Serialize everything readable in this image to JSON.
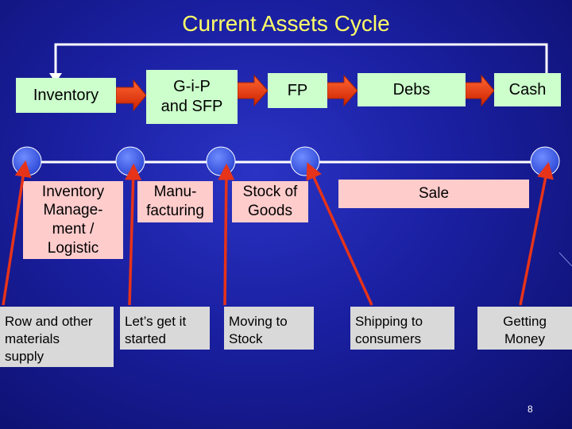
{
  "title": "Current Assets Cycle",
  "stages": [
    {
      "label": "Inventory"
    },
    {
      "label": "G-i-P\nand SFP"
    },
    {
      "label": "FP"
    },
    {
      "label": "Debs"
    },
    {
      "label": "Cash"
    }
  ],
  "processes": [
    {
      "label": "Inventory\nManage-\nment /\nLogistic"
    },
    {
      "label": "Manu-\nfacturing"
    },
    {
      "label": "Stock of\nGoods"
    },
    {
      "label": "Sale"
    }
  ],
  "steps": [
    {
      "label": "Row and other\nmaterials\nsupply"
    },
    {
      "label": "Let’s get it\nstarted"
    },
    {
      "label": "Moving to\nStock"
    },
    {
      "label": "Shipping to\nconsumers"
    },
    {
      "label": "Getting\nMoney"
    }
  ],
  "page_number": "8",
  "colors": {
    "title": "#ffff66",
    "stage_box": "#ccffcc",
    "process_box": "#ffcccc",
    "step_box": "#d9d9d9",
    "arrow_fill": "#ff3300",
    "pointer": "#e63319",
    "timeline_circle": "#4466ee"
  }
}
